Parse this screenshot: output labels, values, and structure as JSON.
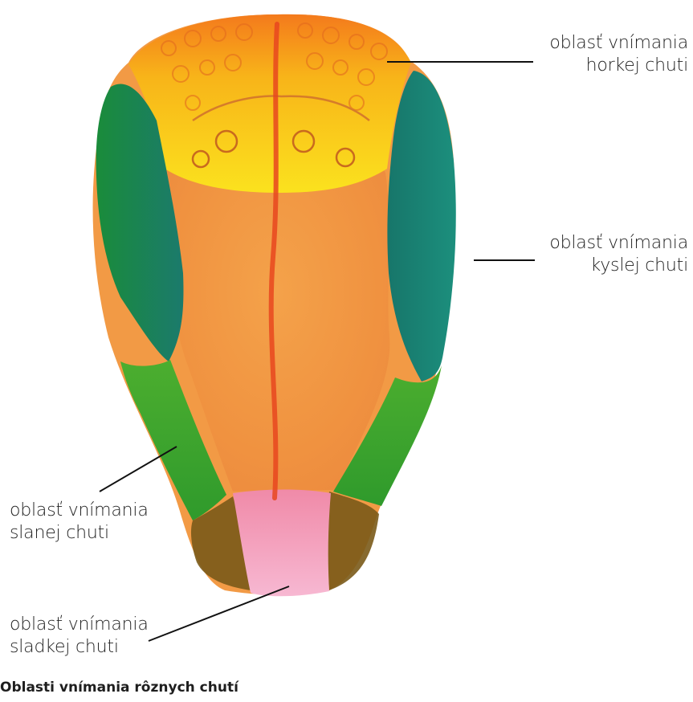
{
  "labels": {
    "bitter": {
      "line1": "oblasť vnímania",
      "line2": "horkej chuti"
    },
    "sour": {
      "line1": "oblasť vnímania",
      "line2": "kyslej chuti"
    },
    "salty": {
      "line1": "oblasť vnímania",
      "line2": "slanej chuti"
    },
    "sweet": {
      "line1": "oblasť vnímania",
      "line2": "sladkej chuti"
    }
  },
  "caption": "Oblasti vnímania rôznych chutí",
  "colors": {
    "bitter_zone": "#f9d51c",
    "sour_zone": "#197d6a",
    "salty_zone": "#3fa52e",
    "sweet_zone": "#f2a6c4",
    "center": "#f29a45",
    "midline": "#e8461f",
    "leader_line": "#111111"
  }
}
